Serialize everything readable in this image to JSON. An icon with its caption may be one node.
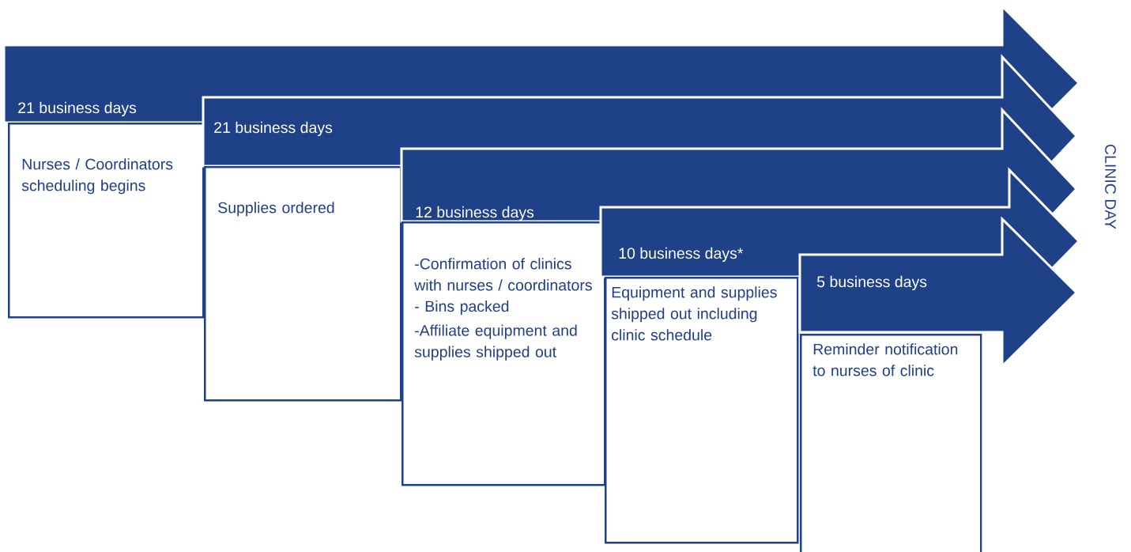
{
  "diagram": {
    "nodes": [
      {
        "text": [
          "21 business days"
        ]
      },
      {
        "text": [
          "Nurses / Coordinators scheduling begins"
        ]
      },
      {
        "text": [
          "21 business days"
        ]
      },
      {
        "text": [
          "Supplies ordered"
        ]
      },
      {
        "text": [
          "12 business days"
        ]
      },
      {
        "text": [
          "-Confirmation of clinics with nurses / coordinators",
          "- Bins packed",
          "-Affiliate equipment and supplies shipped out"
        ]
      },
      {
        "text": [
          "10 business days*"
        ]
      },
      {
        "text": [
          "Equipment and supplies shipped out including clinic schedule"
        ]
      },
      {
        "text": [
          "5 business days"
        ]
      },
      {
        "text": [
          "Reminder notification to nurses of clinic"
        ]
      }
    ],
    "labels": [
      "CLINIC DAY"
    ]
  }
}
